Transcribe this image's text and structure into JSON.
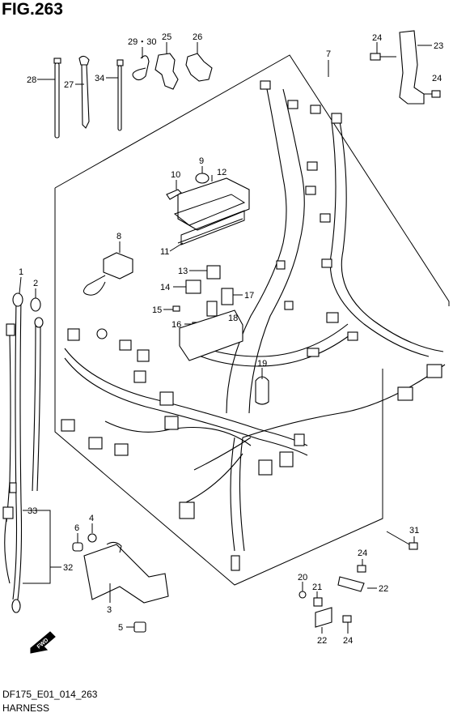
{
  "figure": {
    "title": "FIG.263",
    "code": "DF175_E01_014_263",
    "name": "HARNESS"
  },
  "fwd_label": "FWD",
  "callouts": [
    {
      "id": "c1",
      "label": "1"
    },
    {
      "id": "c2",
      "label": "2"
    },
    {
      "id": "c3",
      "label": "3"
    },
    {
      "id": "c4",
      "label": "4"
    },
    {
      "id": "c5",
      "label": "5"
    },
    {
      "id": "c6",
      "label": "6"
    },
    {
      "id": "c7",
      "label": "7"
    },
    {
      "id": "c8",
      "label": "8"
    },
    {
      "id": "c9",
      "label": "9"
    },
    {
      "id": "c10",
      "label": "10"
    },
    {
      "id": "c11",
      "label": "11"
    },
    {
      "id": "c12",
      "label": "12"
    },
    {
      "id": "c13",
      "label": "13"
    },
    {
      "id": "c14",
      "label": "14"
    },
    {
      "id": "c15",
      "label": "15"
    },
    {
      "id": "c16",
      "label": "16"
    },
    {
      "id": "c17",
      "label": "17"
    },
    {
      "id": "c18",
      "label": "18"
    },
    {
      "id": "c19",
      "label": "19"
    },
    {
      "id": "c20",
      "label": "20"
    },
    {
      "id": "c21",
      "label": "21"
    },
    {
      "id": "c22a",
      "label": "22"
    },
    {
      "id": "c22b",
      "label": "22"
    },
    {
      "id": "c23",
      "label": "23"
    },
    {
      "id": "c24a",
      "label": "24"
    },
    {
      "id": "c24b",
      "label": "24"
    },
    {
      "id": "c24c",
      "label": "24"
    },
    {
      "id": "c24d",
      "label": "24"
    },
    {
      "id": "c25",
      "label": "25"
    },
    {
      "id": "c26",
      "label": "26"
    },
    {
      "id": "c27",
      "label": "27"
    },
    {
      "id": "c28",
      "label": "28"
    },
    {
      "id": "c2930",
      "label": "29・30"
    },
    {
      "id": "c31",
      "label": "31"
    },
    {
      "id": "c32",
      "label": "32"
    },
    {
      "id": "c33",
      "label": "33"
    },
    {
      "id": "c34",
      "label": "34"
    }
  ]
}
